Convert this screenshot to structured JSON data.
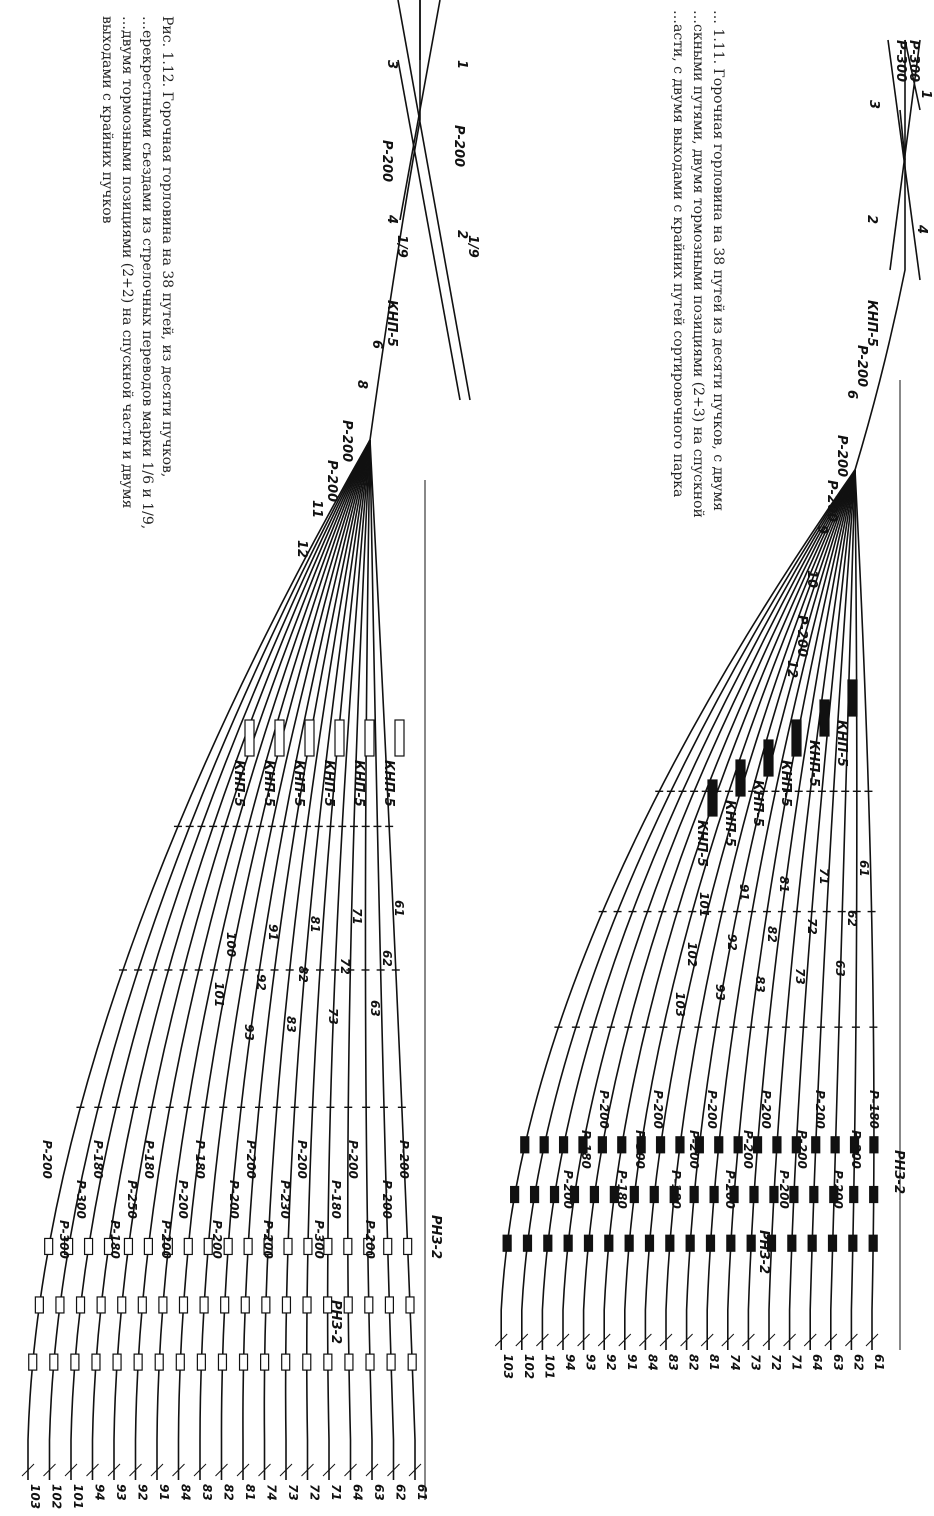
{
  "captions": {
    "fig11": [
      "… 1.11. Горочная горловина на 38 путей из десяти пучков, с двумя",
      "…скными путями, двумя тормозными позициями (2+3) на спускной",
      "…асти, с двумя выходами с крайних путей сортировочного парка"
    ],
    "fig12": [
      "Рис. 1.12. Горочная горловина на 38 путей, из десяти пучков,",
      "…ерекрестными съездами из стрелочных переводов марки 1/6 и 1/9,",
      "…двумя тормозными позициями (2+2) на спускной части и двумя",
      "выходами с крайних пучков"
    ]
  },
  "fig11": {
    "top_labels": [
      "Р-300",
      "Р-300",
      "1",
      "3",
      "2",
      "4"
    ],
    "main": [
      "КНП-5",
      "Р-200",
      "6",
      "Р-200",
      "Р-200",
      "9",
      "10",
      "Р-200",
      "12"
    ],
    "knp": [
      "КНП-5",
      "КНП-5",
      "КНП-5",
      "КНП-5",
      "КНП-5",
      "КНП-5"
    ],
    "switches": [
      "61",
      "62",
      "63",
      "71",
      "72",
      "73",
      "81",
      "82",
      "83",
      "91",
      "92",
      "93",
      "101",
      "102",
      "103"
    ],
    "retarders": [
      "Р-180",
      "Р-200",
      "Р-200",
      "Р-200",
      "Р-200",
      "Р-200",
      "Р-200",
      "Р-200",
      "Р-200",
      "Р-200",
      "Р-200",
      "Р-180",
      "Р-200",
      "Р-300",
      "Р-180",
      "Р-200",
      "Р-180",
      "Р-200"
    ],
    "rnz": [
      "РНЗ-2",
      "РНЗ-2"
    ],
    "tracks": [
      "61",
      "62",
      "63",
      "64",
      "71",
      "72",
      "73",
      "74",
      "81",
      "82",
      "83",
      "84",
      "91",
      "92",
      "93",
      "94",
      "101",
      "102",
      "103"
    ]
  },
  "fig12": {
    "top_labels": [
      "1",
      "3",
      "2",
      "4",
      "1/9",
      "1/9",
      "Р-200",
      "Р-200"
    ],
    "main": [
      "КНП-5",
      "6",
      "8",
      "Р-200",
      "Р-200",
      "11",
      "12"
    ],
    "knp": [
      "КНП-5",
      "КНП-5",
      "КНП-5",
      "КНП-5",
      "КНП-5",
      "КНП-5"
    ],
    "switches": [
      "61",
      "62",
      "63",
      "71",
      "72",
      "73",
      "81",
      "82",
      "83",
      "91",
      "92",
      "93",
      "100",
      "101"
    ],
    "retarders": [
      "Р-200",
      "Р-200",
      "Р-200",
      "Р-200",
      "Р-180",
      "Р-300",
      "Р-200",
      "Р-230",
      "Р-200",
      "Р-200",
      "Р-200",
      "Р-200",
      "Р-180",
      "Р-200",
      "Р-200",
      "Р-180",
      "Р-250",
      "Р-180",
      "Р-180",
      "Р-300",
      "Р-300",
      "Р-200"
    ],
    "rnz": [
      "РНЗ-2",
      "РНЗ-2"
    ],
    "tracks": [
      "61",
      "62",
      "63",
      "64",
      "71",
      "72",
      "73",
      "74",
      "81",
      "82",
      "83",
      "84",
      "91",
      "92",
      "93",
      "94",
      "101",
      "102",
      "103"
    ]
  },
  "colors": {
    "ink": "#111111",
    "paper": "#ffffff"
  }
}
